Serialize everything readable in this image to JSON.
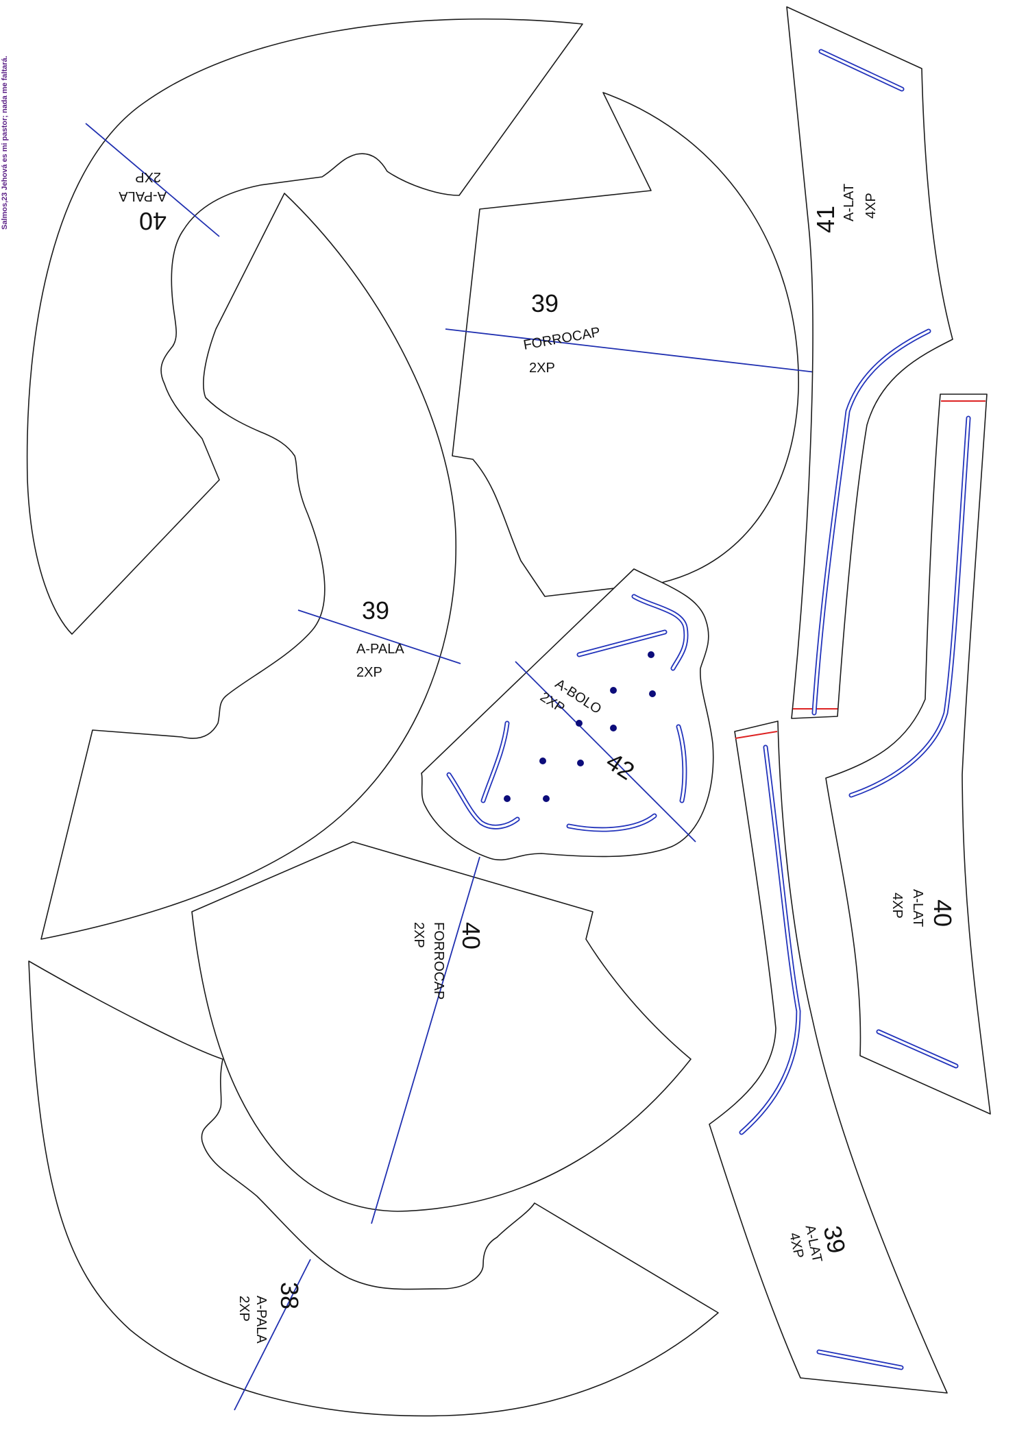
{
  "side_note": "Salmos,23 Jehová es mi pastor; nada me faltará.",
  "pieces": {
    "apala40": {
      "size": "40",
      "name": "A-PALA",
      "qty": "2XP"
    },
    "apala39": {
      "size": "39",
      "name": "A-PALA",
      "qty": "2XP"
    },
    "apala38": {
      "size": "38",
      "name": "A-PALA",
      "qty": "2XP"
    },
    "forrocap39": {
      "size": "39",
      "name": "FORROCAP",
      "qty": "2XP"
    },
    "forrocap40": {
      "size": "40",
      "name": "FORROCAP",
      "qty": "2XP"
    },
    "abolo42": {
      "size": "42",
      "name": "A-BOLO",
      "qty": "2XP"
    },
    "alat41": {
      "size": "41",
      "name": "A-LAT",
      "qty": "4XP"
    },
    "alat40": {
      "size": "40",
      "name": "A-LAT",
      "qty": "4XP"
    },
    "alat39": {
      "size": "39",
      "name": "A-LAT",
      "qty": "4XP"
    }
  },
  "colors": {
    "outline": "#1a1a1a",
    "grainline": "#1f2fb0",
    "stitch_slot": "#2233bb",
    "hem_mark": "#dd2222",
    "punch_dot": "#0c0c7a",
    "side_note": "#5a1f86"
  }
}
